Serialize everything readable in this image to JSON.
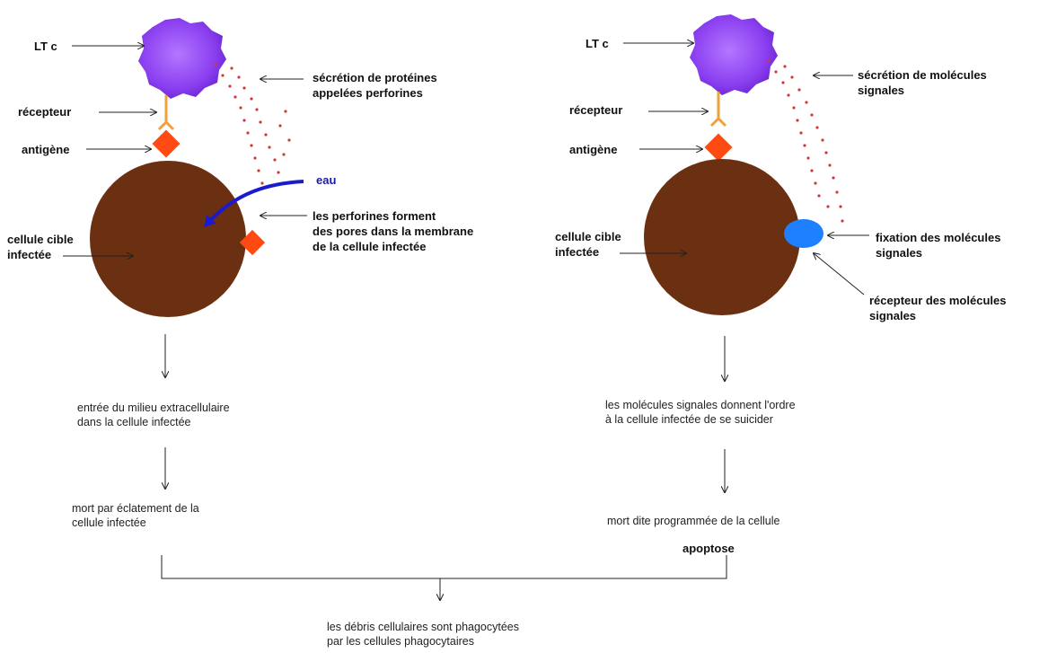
{
  "left": {
    "ltc_label": "LT c",
    "secretion_label": "sécrétion de protéines\nappelées perforines",
    "recepteur_label": "récepteur",
    "antigene_label": "antigène",
    "eau_label": "eau",
    "pores_label": "les perforines forment\ndes pores dans la membrane\nde la cellule infectée",
    "cellule_label": "cellule cible\ninfectée",
    "step1": "entrée du milieu extracellulaire\ndans la cellule infectée",
    "step2": "mort par éclatement de la\ncellule infectée"
  },
  "right": {
    "ltc_label": "LT c",
    "secretion_label": "sécrétion de molécules\nsignales",
    "recepteur_label": "récepteur",
    "antigene_label": "antigène",
    "fixation_label": "fixation des molécules\nsignales",
    "recepteur_molecules_label": "récepteur des molécules\nsignales",
    "cellule_label": "cellule cible\ninfectée",
    "step1": "les molécules signales donnent l'ordre\nà la cellule infectée de se suicider",
    "step2": "mort dite programmée de la cellule",
    "step3": "apoptose"
  },
  "bottom": {
    "final_label": "les débris cellulaires sont phagocytées\npar les cellules phagocytaires"
  },
  "colors": {
    "cell": "#6b2f12",
    "ltc": "#8a3ff0",
    "antigen": "#ff4a12",
    "receptor": "#f2a03a",
    "dots": "#d23a3a",
    "water_arrow": "#1a1ad0",
    "receptor_molecule": "#1e7fff"
  }
}
